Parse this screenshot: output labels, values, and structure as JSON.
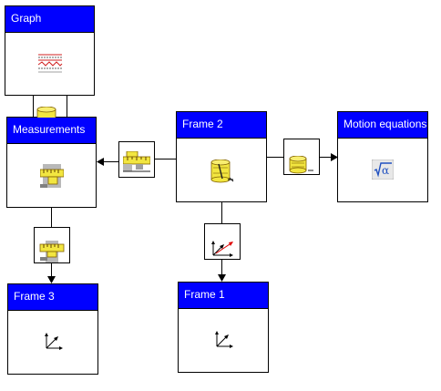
{
  "blocks": {
    "graph": {
      "title": "Graph",
      "icon": "graph-icon"
    },
    "measurements": {
      "title": "Measurements",
      "icon": "ruler-icon"
    },
    "frame2": {
      "title": "Frame 2",
      "icon": "cylinder-icon"
    },
    "motion": {
      "title": "Motion equations",
      "icon": "sqrt-alpha-icon"
    },
    "frame3": {
      "title": "Frame 3",
      "icon": "axes-icon"
    },
    "frame1": {
      "title": "Frame 1",
      "icon": "axes-icon"
    }
  },
  "connectors": [
    {
      "icon": "cylinder-icon",
      "between": "graph-measurements"
    },
    {
      "icon": "ruler-icon",
      "between": "frame2-measurements"
    },
    {
      "icon": "cylinder-icon",
      "between": "frame2-motion"
    },
    {
      "icon": "ruler-icon",
      "between": "measurements-frame3"
    },
    {
      "icon": "axes-icon",
      "between": "frame2-frame1"
    }
  ],
  "colors": {
    "title_bar": "#0000ff",
    "title_text": "#ffffff",
    "border": "#000000",
    "background": "#ffffff",
    "icon_yellow": "#f2e640",
    "icon_gray": "#a0a0a0",
    "axis_red": "#e00000"
  }
}
